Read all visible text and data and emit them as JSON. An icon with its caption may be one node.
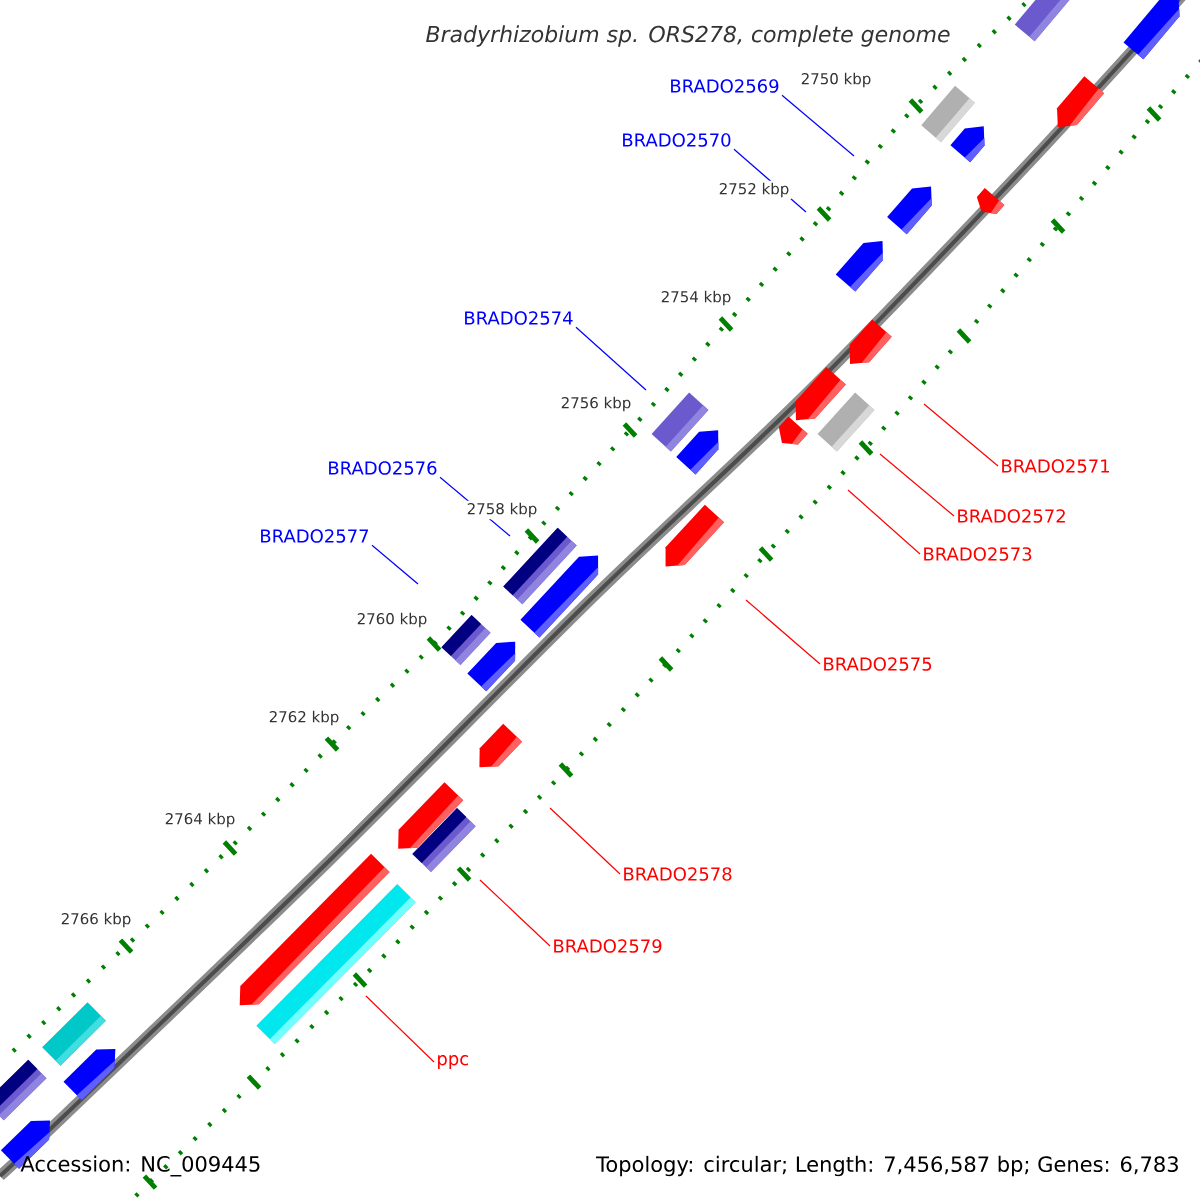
{
  "diagram": {
    "title": "Bradyrhizobium sp. ORS278, complete genome",
    "nodes": [
      {
        "text": [
          "BRADO2569"
        ]
      },
      {
        "text": [
          "BRADO2570"
        ]
      },
      {
        "text": [
          "BRADO2574"
        ]
      },
      {
        "text": [
          "BRADO2571"
        ]
      },
      {
        "text": [
          "BRADO2576"
        ]
      },
      {
        "text": [
          "BRADO2572"
        ]
      },
      {
        "text": [
          "BRADO2577"
        ]
      },
      {
        "text": [
          "BRADO2573"
        ]
      },
      {
        "text": [
          "BRADO2575"
        ]
      },
      {
        "text": [
          "BRADO2578"
        ]
      },
      {
        "text": [
          "BRADO2579"
        ]
      },
      {
        "text": [
          "ppc"
        ]
      }
    ],
    "edges": [
      {
        "from": 0,
        "to": null,
        "arrow": "none",
        "color": "#0000ff"
      },
      {
        "from": 1,
        "to": null,
        "arrow": "none",
        "color": "#0000ff"
      },
      {
        "from": 2,
        "to": null,
        "arrow": "none",
        "color": "#0000ff"
      },
      {
        "from": 3,
        "to": null,
        "arrow": "none",
        "color": "#ff0000"
      },
      {
        "from": 4,
        "to": null,
        "arrow": "none",
        "color": "#0000ff"
      },
      {
        "from": 5,
        "to": null,
        "arrow": "none",
        "color": "#ff0000"
      },
      {
        "from": 6,
        "to": null,
        "arrow": "none",
        "color": "#0000ff"
      },
      {
        "from": 7,
        "to": null,
        "arrow": "none",
        "color": "#ff0000"
      },
      {
        "from": 8,
        "to": null,
        "arrow": "none",
        "color": "#ff0000"
      },
      {
        "from": 9,
        "to": null,
        "arrow": "none",
        "color": "#ff0000"
      },
      {
        "from": 10,
        "to": null,
        "arrow": "none",
        "color": "#ff0000"
      },
      {
        "from": 11,
        "to": null,
        "arrow": "none",
        "color": "#ff0000"
      }
    ],
    "labels": [
      "2750 kbp",
      "2752 kbp",
      "2754 kbp",
      "2756 kbp",
      "2758 kbp",
      "2760 kbp",
      "2762 kbp",
      "2764 kbp",
      "2766 kbp",
      "Accession: NC_009445",
      "Topology: circular; Length: 7,456,587 bp; Genes: 6,783"
    ]
  }
}
